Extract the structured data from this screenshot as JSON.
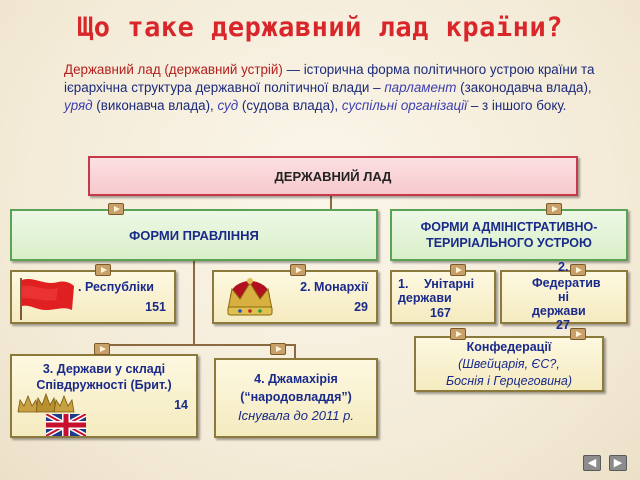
{
  "title": "Що таке державний лад країни?",
  "definition": {
    "term": "Державний лад (державний устрій)",
    "part1": " — історична форма політичного устрою країни та ієрархічна структура державної політичної влади – ",
    "parliament": "парламент",
    "part2": " (законодавча влада), ",
    "government": "уряд",
    "part3": " (виконавча влада), ",
    "court": "суд",
    "part4": " (судова влада), ",
    "organizations": "суспільні організації",
    "part5": " – з іншого боку."
  },
  "diagram": {
    "root": "ДЕРЖАВНИЙ ЛАД",
    "forms_government": "ФОРМИ ПРАВЛІННЯ",
    "forms_territorial": "ФОРМИ АДМІНІСТРАТИВНО-ТЕРИРІАЛЬНОГО УСТРОЮ",
    "republics": {
      "label": ". Республіки",
      "count": "151"
    },
    "monarchies": {
      "label": "2. Монархії",
      "count": "29"
    },
    "commonwealth": {
      "label_line1": "3. Держави у складі",
      "label_line2": "Співдружності (Брит.)",
      "count": "14"
    },
    "jamahiriya": {
      "label_line1": "4. Джамахірія",
      "label_line2": "(“народовладдя”)",
      "note": "Існувала до 2011 р."
    },
    "unitary": {
      "num": "1.",
      "label_line1": "Унітарні",
      "label_line2": "держави",
      "count": "167"
    },
    "federative": {
      "num": "2.",
      "label_line1": "Федератив",
      "label_line2": "ні",
      "label_line3": "держави",
      "count": "27"
    },
    "confederation": {
      "label": "Конфедерації",
      "examples_line1": "(Швейцарія, ЄС?,",
      "examples_line2": "Боснія і Герцеговина)"
    }
  },
  "icons": [
    "red-flag-icon",
    "crown-icon",
    "crowns-icon",
    "uk-flag-icon",
    "marker-icon"
  ],
  "colors": {
    "title": "#d8262a",
    "text": "#1b2a7a",
    "accent": "#b31e1e",
    "root_border": "#c43a4a",
    "green_border": "#5aa354"
  }
}
